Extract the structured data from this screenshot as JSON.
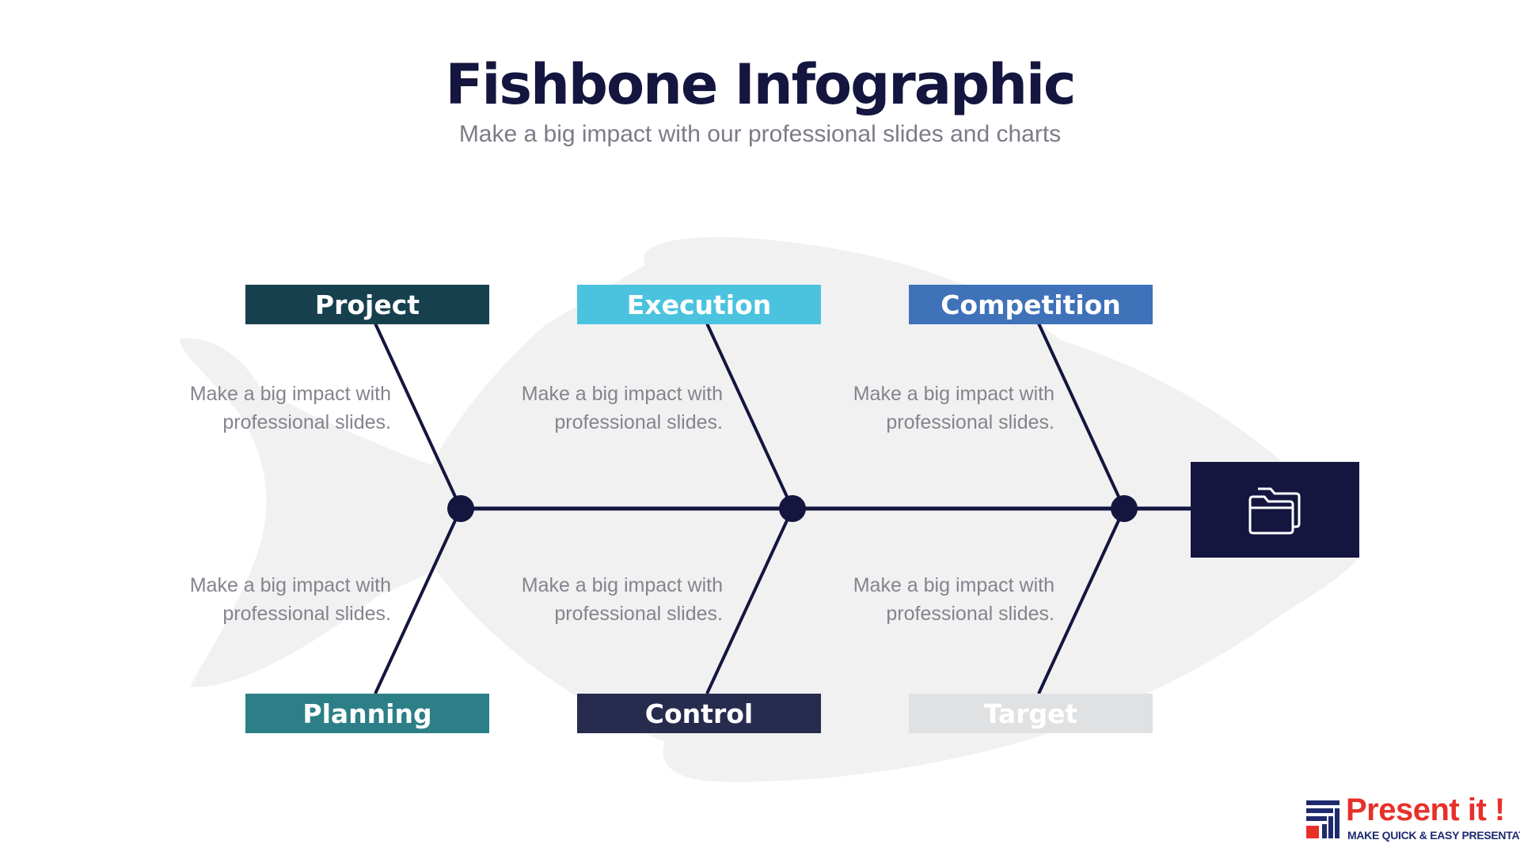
{
  "title": "Fishbone Infographic",
  "subtitle": "Make a big impact with our professional slides and charts",
  "categories": [
    {
      "label": "Project",
      "color": "#17404f"
    },
    {
      "label": "Execution",
      "color": "#4bc3df"
    },
    {
      "label": "Competition",
      "color": "#3f72b8"
    },
    {
      "label": "Planning",
      "color": "#2c7f86"
    },
    {
      "label": "Control",
      "color": "#272b4d"
    },
    {
      "label": "Target",
      "color": "#e0e1e3"
    }
  ],
  "descriptions": [
    {
      "line1": "Make a big impact with",
      "line2": "professional slides."
    },
    {
      "line1": "Make a big impact with",
      "line2": "professional slides."
    },
    {
      "line1": "Make a big impact with",
      "line2": "professional slides."
    },
    {
      "line1": "Make a big impact with",
      "line2": "professional slides."
    },
    {
      "line1": "Make a big impact with",
      "line2": "professional slides."
    },
    {
      "line1": "Make a big impact with",
      "line2": "professional slides."
    }
  ],
  "head_icon": "folder-icon",
  "logo": {
    "brand": "Present it !",
    "tagline": "MAKE QUICK & EASY PRESENTATIONS",
    "icon": "bar-chart-logo-icon"
  },
  "colors": {
    "title": "#14163f",
    "spine": "#14163f",
    "fish_silhouette": "#f1f1f2",
    "logo_red": "#e8302a",
    "logo_navy": "#1f2a6e"
  }
}
